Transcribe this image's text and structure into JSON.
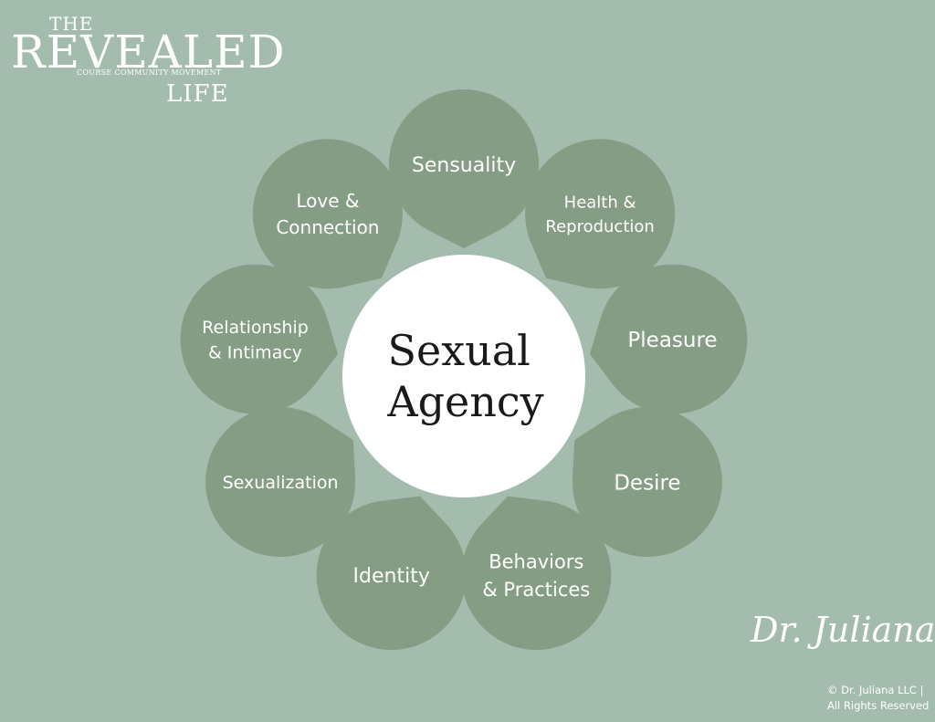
{
  "brand": {
    "the": "THE",
    "revealed": "REVEALED",
    "tagline": "COURSE COMMUNITY MOVEMENT",
    "life": "LIFE"
  },
  "center": {
    "line1": "Sexual",
    "line2": "Agency"
  },
  "petals": [
    {
      "name": "sensuality",
      "lines": [
        "Sensuality"
      ]
    },
    {
      "name": "health-reproduction",
      "lines": [
        "Health &",
        "Reproduction"
      ]
    },
    {
      "name": "pleasure",
      "lines": [
        "Pleasure"
      ]
    },
    {
      "name": "desire",
      "lines": [
        "Desire"
      ]
    },
    {
      "name": "behaviors-practices",
      "lines": [
        "Behaviors",
        "& Practices"
      ]
    },
    {
      "name": "identity",
      "lines": [
        "Identity"
      ]
    },
    {
      "name": "sexualization",
      "lines": [
        "Sexualization"
      ]
    },
    {
      "name": "relationship-intimacy",
      "lines": [
        "Relationship",
        "& Intimacy"
      ]
    },
    {
      "name": "love-connection",
      "lines": [
        "Love &",
        "Connection"
      ]
    }
  ],
  "signature": "Dr. Juliana",
  "copyright": {
    "line1": "© Dr. Juliana LLC |",
    "line2": "All Rights Reserved"
  },
  "colors": {
    "background": "#a4bcad",
    "petal": "#859d85",
    "center": "#ffffff",
    "center_text": "#1a1a1a",
    "petal_text": "#ffffff"
  }
}
